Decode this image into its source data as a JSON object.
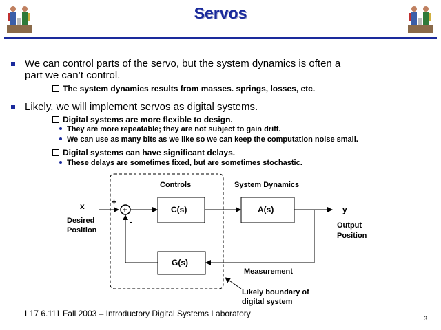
{
  "title": "Servos",
  "bullets": [
    {
      "text_line1": "We can control  parts of the servo, but the system dynamics is  often a",
      "text_line2": "part we can’t control.",
      "sub": [
        {
          "text": "The system dynamics results from masses. springs, losses, etc.",
          "sub": []
        }
      ]
    },
    {
      "text_line1": "Likely, we will implement servos as digital systems.",
      "sub": [
        {
          "text": "Digital systems are more flexible to design.",
          "sub": [
            "They are more repeatable; they are not subject to gain drift.",
            "We can use as many bits as we like so we can keep the computation noise small."
          ]
        },
        {
          "text": "Digital systems can have significant delays.",
          "sub": [
            "These delays are sometimes fixed, but are sometimes stochastic."
          ]
        }
      ]
    }
  ],
  "diagram": {
    "controls_label": "Controls",
    "system_dynamics_label": "System Dynamics",
    "x_label": "x",
    "desired_line1": "Desired",
    "desired_line2": "Position",
    "plus": "+",
    "minus": "-",
    "sum_symbol": "+",
    "c_block": "C(s)",
    "a_block": "A(s)",
    "g_block": "G(s)",
    "y_label": "y",
    "output_line1": "Output",
    "output_line2": "Position",
    "measurement_label": "Measurement",
    "boundary_line1": "Likely boundary of",
    "boundary_line2": "digital system"
  },
  "footer": "L17  6.111   Fall 2003 – Introductory Digital Systems Laboratory",
  "page_number": "3",
  "colors": {
    "title": "#1a2a9c",
    "bullet": "#1a2a9c"
  },
  "icons": [
    "ceremonial-figures-logo-icon"
  ]
}
